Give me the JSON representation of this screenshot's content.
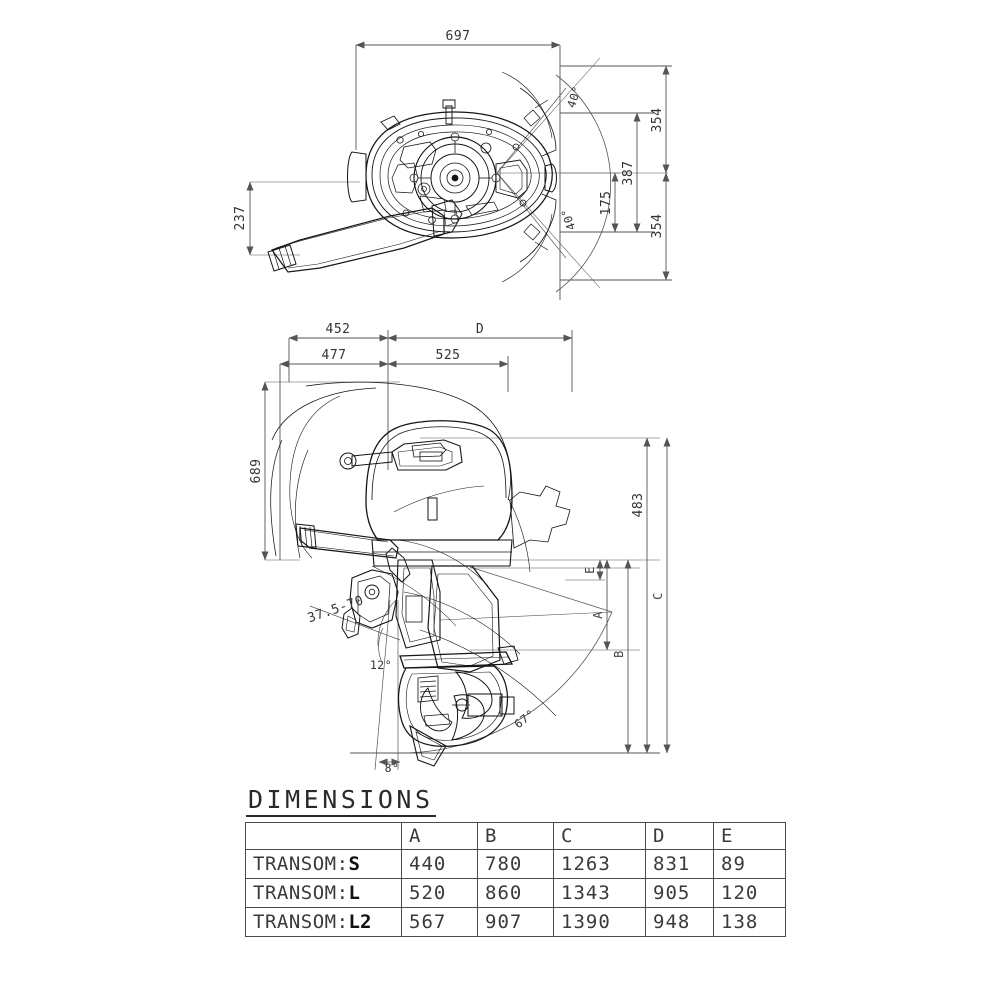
{
  "sheet": {
    "background": "#ffffff",
    "line_color": "#1a1a1a",
    "dim_line_color": "#555555"
  },
  "title": {
    "text": "DIMENSIONS"
  },
  "table": {
    "columns": [
      "",
      "A",
      "B",
      "C",
      "D",
      "E"
    ],
    "rows": [
      {
        "label_prefix": "TRANSOM:",
        "label_variant": "S",
        "A": "440",
        "B": "780",
        "C": "1263",
        "D": "831",
        "E": "89"
      },
      {
        "label_prefix": "TRANSOM:",
        "label_variant": "L",
        "A": "520",
        "B": "860",
        "C": "1343",
        "D": "905",
        "E": "120"
      },
      {
        "label_prefix": "TRANSOM:",
        "label_variant": "L2",
        "A": "567",
        "B": "907",
        "C": "1390",
        "D": "948",
        "E": "138"
      }
    ]
  },
  "top_view": {
    "name": "outboard-motor-top-view",
    "dimensions": {
      "width_overall": "697",
      "tiller_offset": "237",
      "half_width_upper": "354",
      "half_width_lower": "354",
      "swivel_span": "387",
      "swivel_half": "175",
      "steering_angle_upper": "40°",
      "steering_angle_lower": "40°"
    }
  },
  "side_view": {
    "name": "outboard-motor-side-view",
    "dimensions": {
      "front_to_pivot_a": "452",
      "front_to_pivot_b": "477",
      "pivot_to_rear": "525",
      "depth_letter": "D",
      "height_overall": "689",
      "height_to_plate": "483",
      "tilt_range": "37.5-70",
      "trim_angle": "12°",
      "negative_trim_angle": "8°",
      "max_tilt_angle": "67°",
      "letter_a": "A",
      "letter_b": "B",
      "letter_c": "C",
      "letter_e": "E"
    }
  }
}
